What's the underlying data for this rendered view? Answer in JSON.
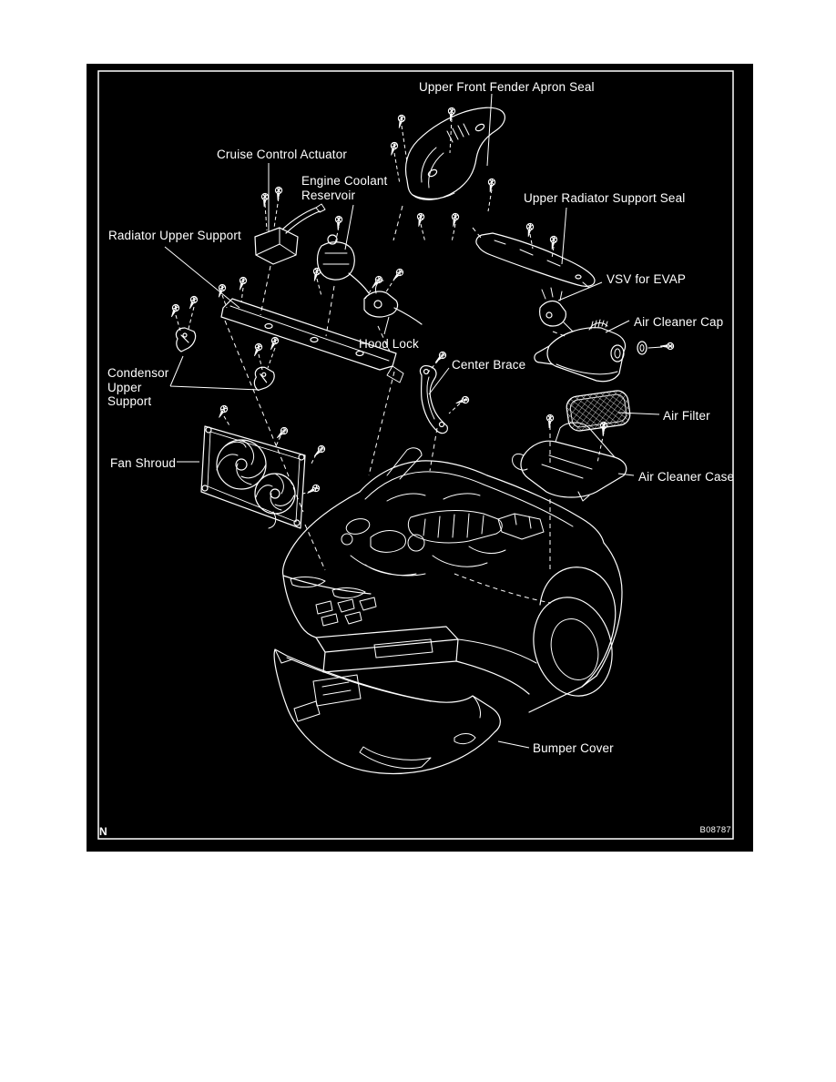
{
  "figure": {
    "background": "#000000",
    "line_color": "#ffffff",
    "corner_mark": "N",
    "figure_code": "B08787",
    "labels": {
      "upper_front_fender_apron_seal": "Upper Front Fender Apron Seal",
      "cruise_control_actuator": "Cruise Control Actuator",
      "engine_coolant_reservoir": "Engine Coolant\nReservoir",
      "upper_radiator_support_seal": "Upper Radiator Support Seal",
      "radiator_upper_support": "Radiator Upper Support",
      "vsv_for_evap": "VSV for EVAP",
      "air_cleaner_cap": "Air Cleaner Cap",
      "hood_lock": "Hood Lock",
      "center_brace": "Center Brace",
      "condensor_upper_support": "Condensor\nUpper\nSupport",
      "air_filter": "Air Filter",
      "fan_shroud": "Fan Shroud",
      "air_cleaner_case": "Air Cleaner Case",
      "bumper_cover": "Bumper Cover"
    }
  }
}
